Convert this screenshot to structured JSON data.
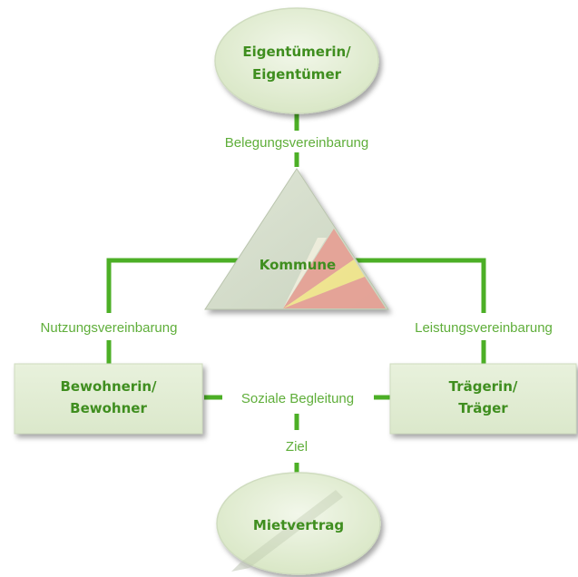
{
  "nodes": {
    "owner": {
      "line1": "Eigentümerin/",
      "line2": "Eigentümer"
    },
    "municipality": {
      "label": "Kommune"
    },
    "resident": {
      "line1": "Bewohnerin/",
      "line2": "Bewohner"
    },
    "provider": {
      "line1": "Trägerin/",
      "line2": "Träger"
    },
    "lease": {
      "label": "Mietvertrag"
    }
  },
  "edges": {
    "occupancy": "Belegungsvereinbarung",
    "usage": "Nutzungsvereinbarung",
    "service": "Leistungsvereinbarung",
    "social": "Soziale Begleitung",
    "goal": "Ziel"
  },
  "colors": {
    "line": "#4caf26",
    "text": "#3f8e1f",
    "label": "#5fae3a",
    "node_fill": "#e3eed4",
    "triangle_fill": "#d4dccb",
    "wedge_red": "#e89a8f",
    "wedge_yellow": "#f2e58a"
  }
}
